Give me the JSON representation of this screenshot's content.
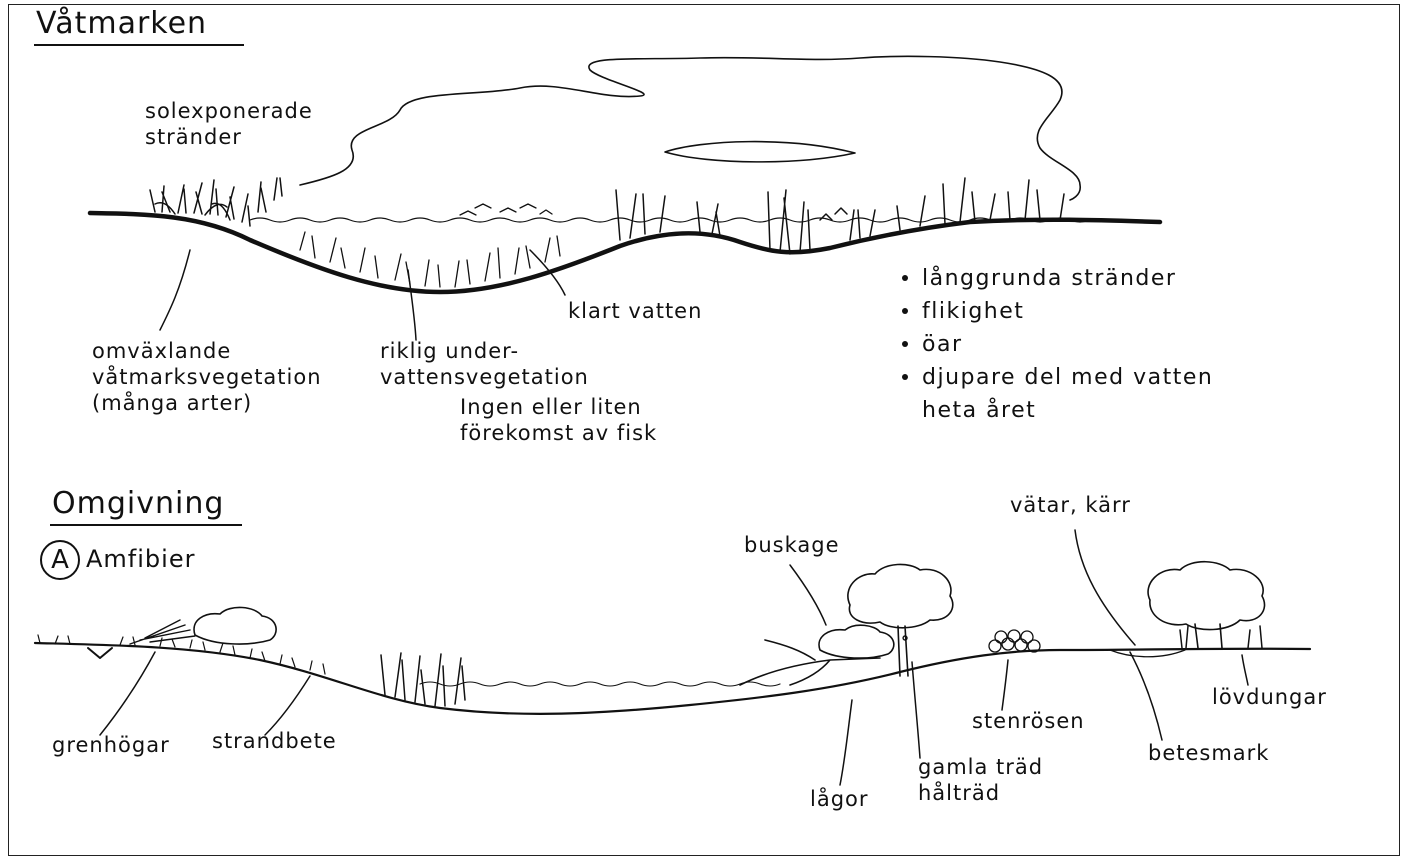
{
  "top": {
    "title": "Våtmarken",
    "labels": {
      "sunny_shores": "solexponerade\nstränder",
      "varied_vegetation": "omväxlande\nvåtmarksvegetation\n(många arter)",
      "underwater_vegetation": "riklig under-\nvattensvegetation",
      "clear_water": "klart vatten",
      "fish": "Ingen eller liten\nförekomst av fisk"
    },
    "bullets": [
      "långgrunda stränder",
      "flikighet",
      "öar",
      "djupare del med vatten\nheta året"
    ]
  },
  "bottom": {
    "title": "Omgivning",
    "legend_symbol": "A",
    "legend_text": "Amfibier",
    "labels": {
      "brush_piles": "grenhögar",
      "shore_grazing": "strandbete",
      "shrubbery": "buskage",
      "logs": "lågor",
      "old_trees": "gamla träd\nhålträd",
      "stone_piles": "stenrösen",
      "wet_areas": "vätar, kärr",
      "pasture": "betesmark",
      "deciduous_groves": "lövdungar"
    }
  }
}
